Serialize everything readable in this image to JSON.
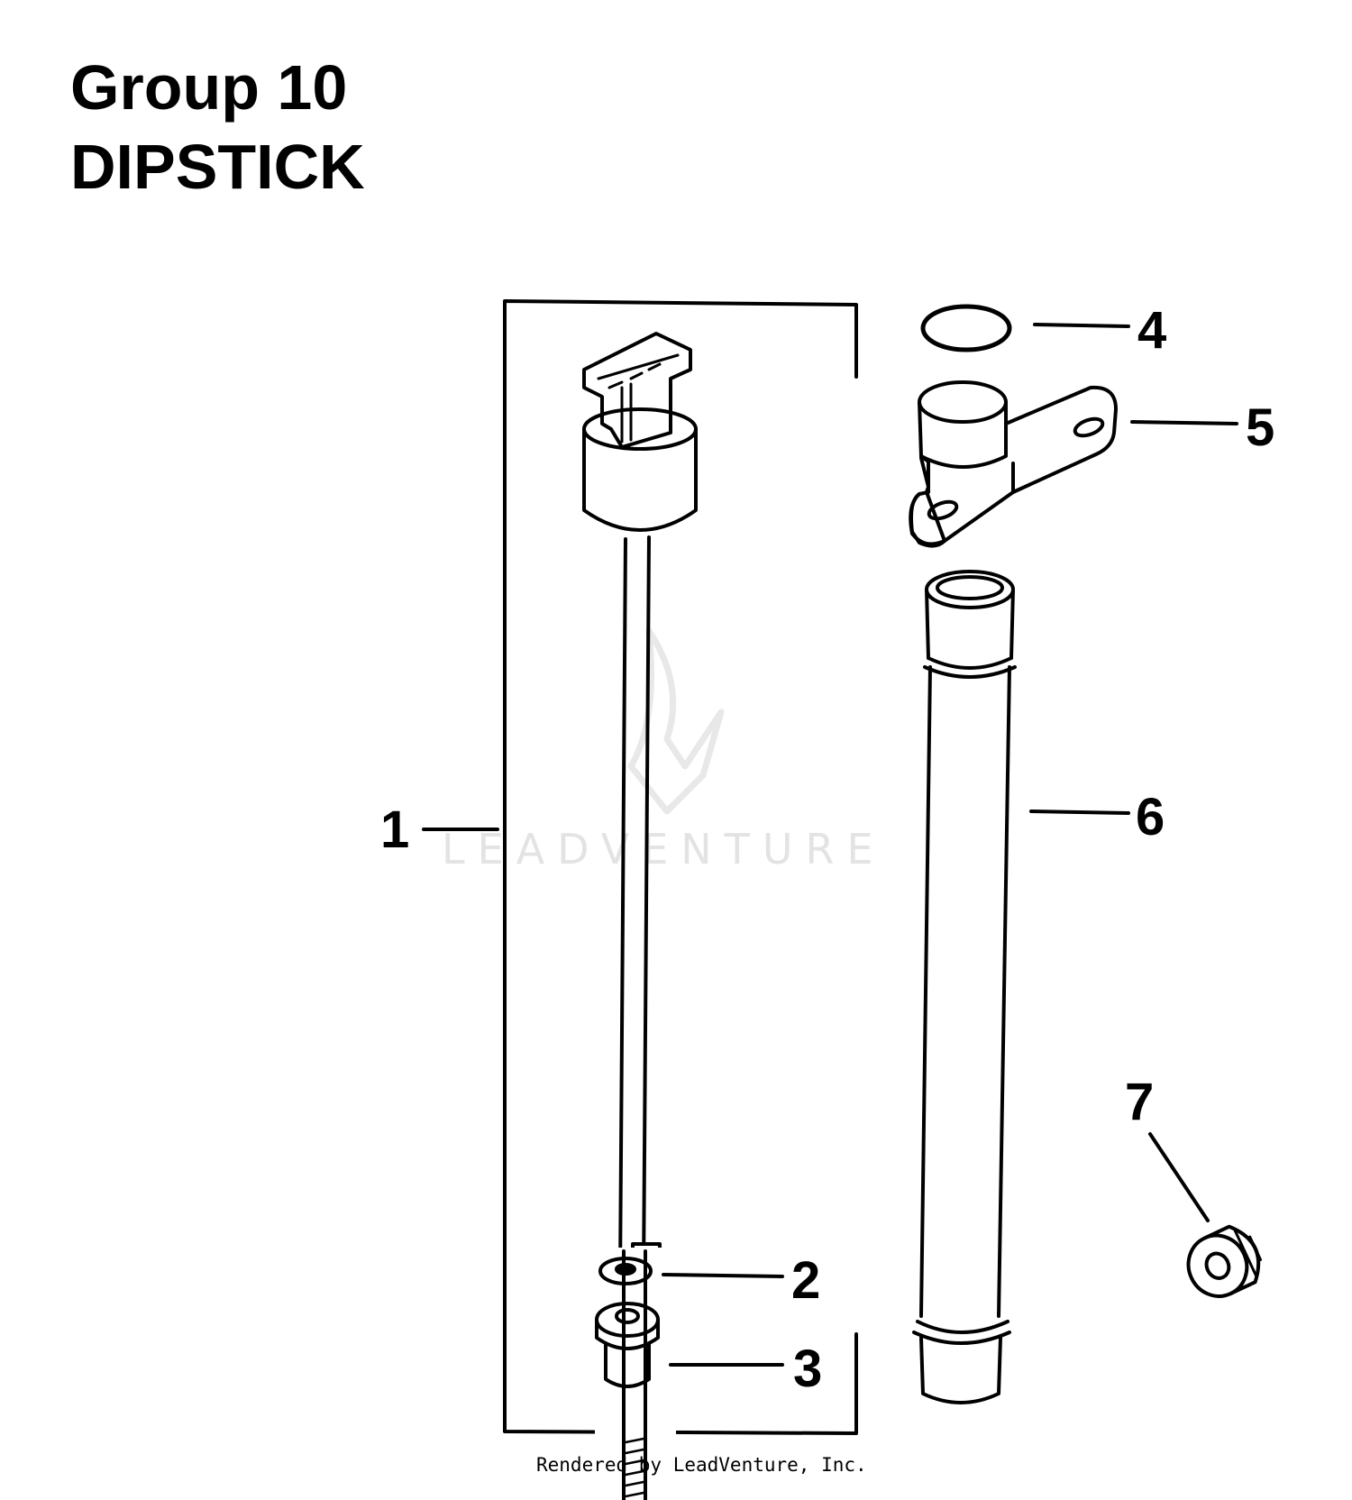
{
  "header": {
    "group": "Group 10",
    "section": "DIPSTICK"
  },
  "callouts": [
    {
      "num": "1",
      "part": "dipstick-assembly"
    },
    {
      "num": "2",
      "part": "washer"
    },
    {
      "num": "3",
      "part": "plug"
    },
    {
      "num": "4",
      "part": "o-ring"
    },
    {
      "num": "5",
      "part": "tube-clamp"
    },
    {
      "num": "6",
      "part": "dipstick-tube"
    },
    {
      "num": "7",
      "part": "nut"
    }
  ],
  "watermark": "LEADVENTURE",
  "credit": "Rendered by LeadVenture, Inc.",
  "colors": {
    "ink": "#000000",
    "watermark": "#e6e6e6"
  }
}
